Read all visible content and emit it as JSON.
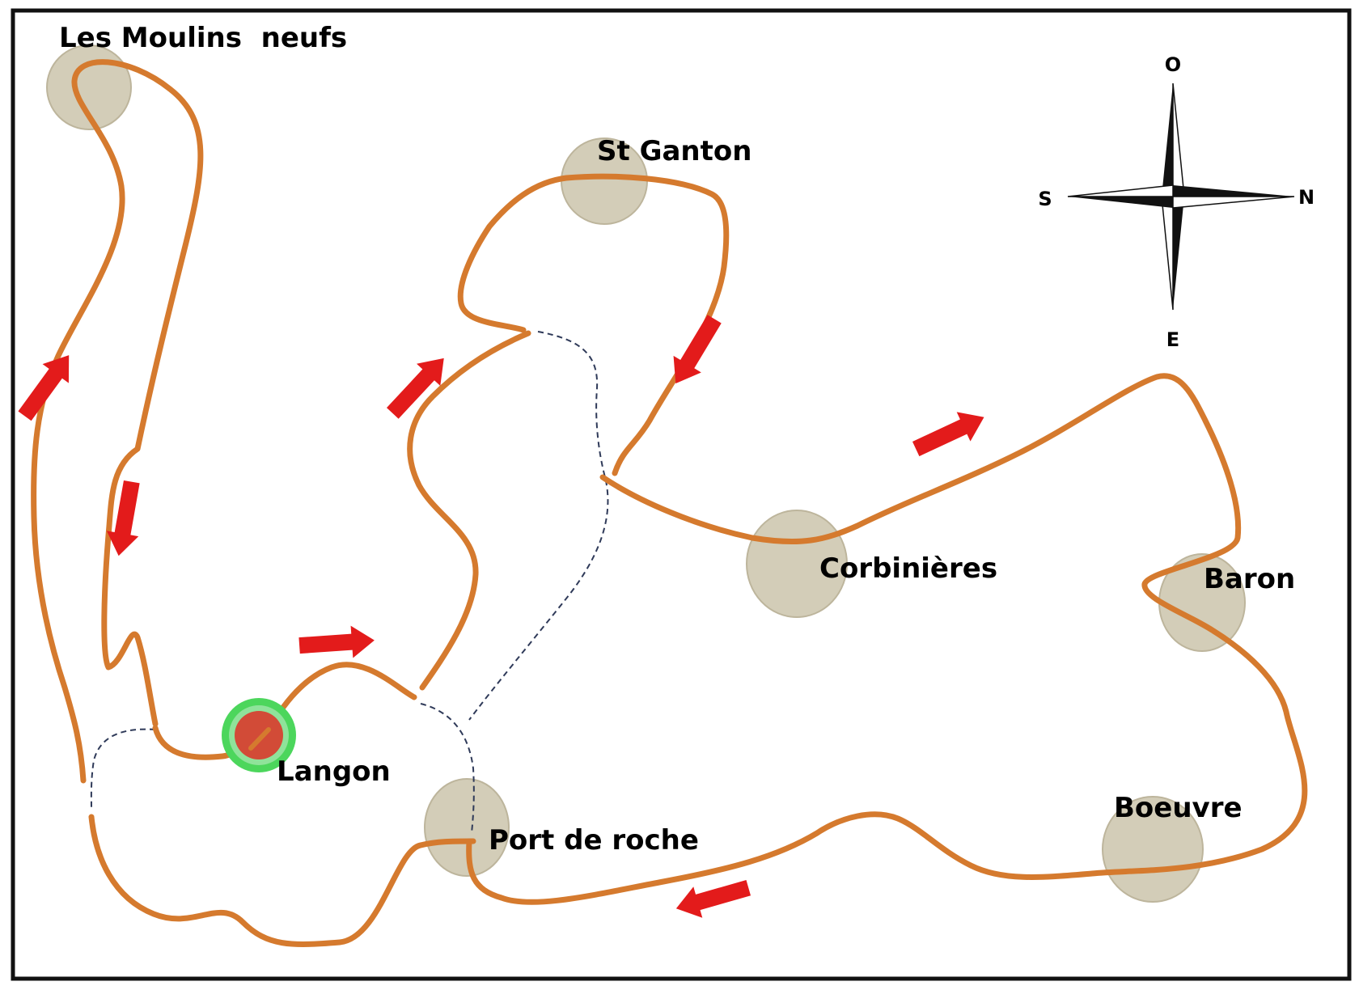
{
  "map": {
    "towns": [
      {
        "key": "moulins",
        "label": "Les Moulins  neufs"
      },
      {
        "key": "ganton",
        "label": "St Ganton"
      },
      {
        "key": "corbinieres",
        "label": "Corbinières"
      },
      {
        "key": "baron",
        "label": "Baron"
      },
      {
        "key": "langon",
        "label": "Langon"
      },
      {
        "key": "port",
        "label": "Port de roche"
      },
      {
        "key": "boeuvre",
        "label": "Boeuvre"
      }
    ],
    "compass": {
      "north": "N",
      "south": "S",
      "east": "E",
      "west": "O"
    },
    "colors": {
      "route": "#D57A2E",
      "town_circle": "#D3CDB8",
      "arrow": "#E31B1B",
      "dashed_path": "#2F3A59",
      "start_marker_fill": "#D24B37",
      "start_marker_ring": "#4CD65C",
      "frame": "#111111"
    }
  }
}
